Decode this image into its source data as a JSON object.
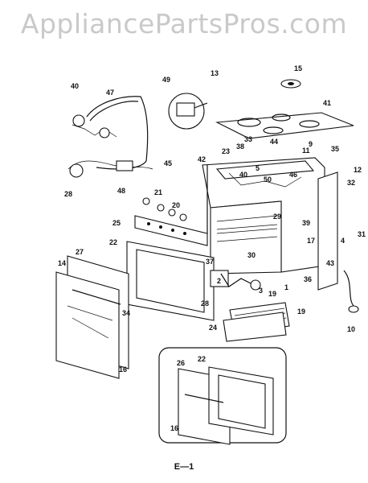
{
  "watermark": "AppliancePartsPros.com",
  "page_label": "E—1",
  "callouts": [
    "40",
    "47",
    "49",
    "13",
    "15",
    "41",
    "45",
    "28",
    "48",
    "21",
    "20",
    "25",
    "22",
    "42",
    "33",
    "38",
    "23",
    "44",
    "9",
    "11",
    "35",
    "12",
    "32",
    "40",
    "5",
    "50",
    "46",
    "29",
    "39",
    "17",
    "4",
    "31",
    "43",
    "36",
    "30",
    "37",
    "27",
    "14",
    "34",
    "16",
    "28",
    "2",
    "3",
    "19",
    "1",
    "24",
    "19",
    "10",
    "26",
    "22",
    "16"
  ]
}
